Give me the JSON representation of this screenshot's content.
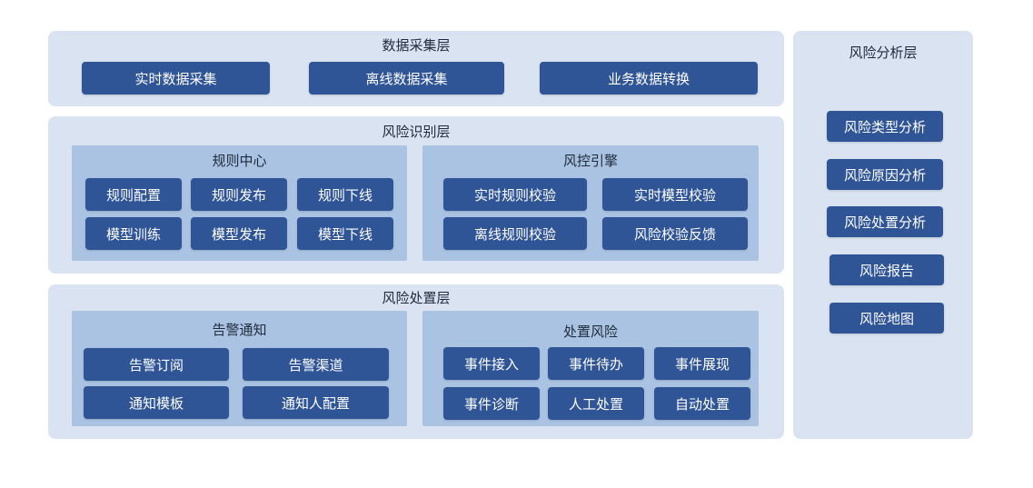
{
  "colors": {
    "panel": "#d9e3f1",
    "subpanel": "#aac3e3",
    "button": "#2f5597",
    "button_text": "#ffffff",
    "title_text": "#1f2a3a"
  },
  "collect": {
    "title": "数据采集层",
    "items": [
      "实时数据采集",
      "离线数据采集",
      "业务数据转换"
    ]
  },
  "identify": {
    "title": "风险识别层",
    "rules": {
      "title": "规则中心",
      "items": [
        "规则配置",
        "规则发布",
        "规则下线",
        "模型训练",
        "模型发布",
        "模型下线"
      ]
    },
    "engine": {
      "title": "风控引擎",
      "items": [
        "实时规则校验",
        "实时模型校验",
        "离线规则校验",
        "风险校验反馈"
      ]
    }
  },
  "handle": {
    "title": "风险处置层",
    "alert": {
      "title": "告警通知",
      "items": [
        "告警订阅",
        "告警渠道",
        "通知模板",
        "通知人配置"
      ]
    },
    "dispose": {
      "title": "处置风险",
      "items": [
        "事件接入",
        "事件待办",
        "事件展现",
        "事件诊断",
        "人工处置",
        "自动处置"
      ]
    }
  },
  "analysis": {
    "title": "风险分析层",
    "items": [
      "风险类型分析",
      "风险原因分析",
      "风险处置分析",
      "风险报告",
      "风险地图"
    ]
  }
}
